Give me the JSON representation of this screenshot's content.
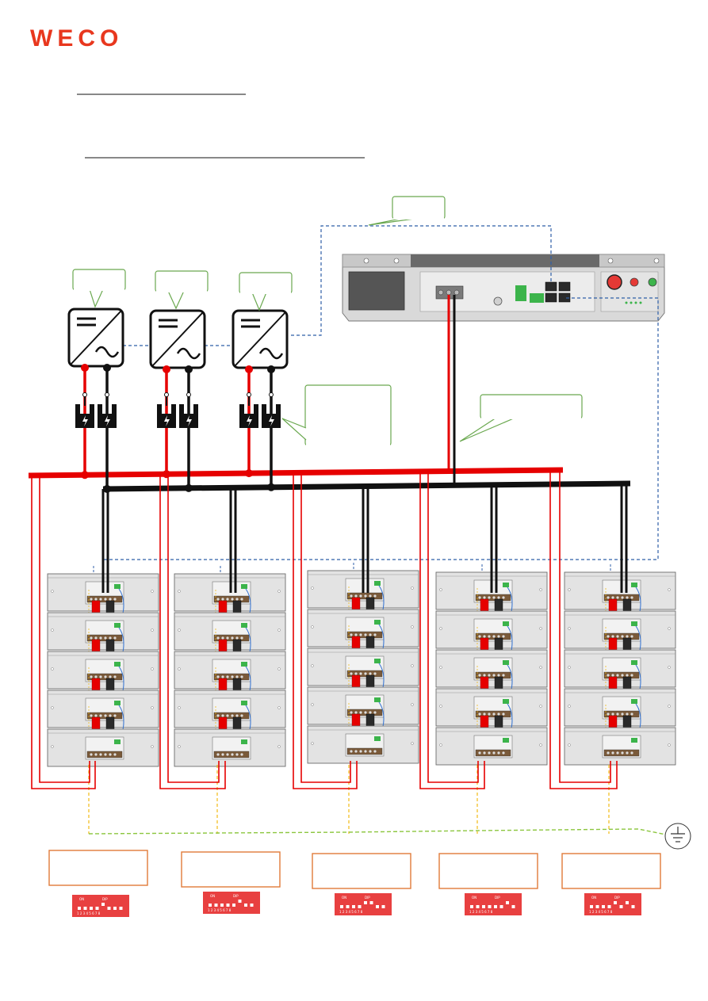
{
  "brand": {
    "logo_text": "WECO",
    "color": "#e8371e"
  },
  "colors": {
    "positive_cable": "#e60000",
    "negative_cable": "#111111",
    "comm_line": "#2f5fa8",
    "ground_line": "#8cc63f",
    "ground_line_alt": "#f0b400",
    "callout_border": "#6aa84f",
    "dip_label_border": "#e07b39",
    "dip_switch": "#e84040"
  },
  "icons": {
    "inverter": "inverter-icon",
    "fuse": "fuse-icon",
    "ground": "ground-icon",
    "battery_module": "battery-module-icon",
    "control_box": "control-box-icon",
    "dip_switch": "dip-switch-icon"
  },
  "inverters": [
    {
      "callout": ""
    },
    {
      "callout": ""
    },
    {
      "callout": ""
    }
  ],
  "racks": [
    {
      "modules": 5,
      "dip_label": ""
    },
    {
      "modules": 5,
      "dip_label": ""
    },
    {
      "modules": 5,
      "dip_label": ""
    },
    {
      "modules": 5,
      "dip_label": ""
    },
    {
      "modules": 5,
      "dip_label": ""
    }
  ],
  "dip_switch_text": {
    "on": "ON",
    "dip": "DIP",
    "positions": "1 2 3 4 5 6 7 8"
  },
  "callouts": {
    "comm": "",
    "fuse": "",
    "dc_cable": ""
  }
}
